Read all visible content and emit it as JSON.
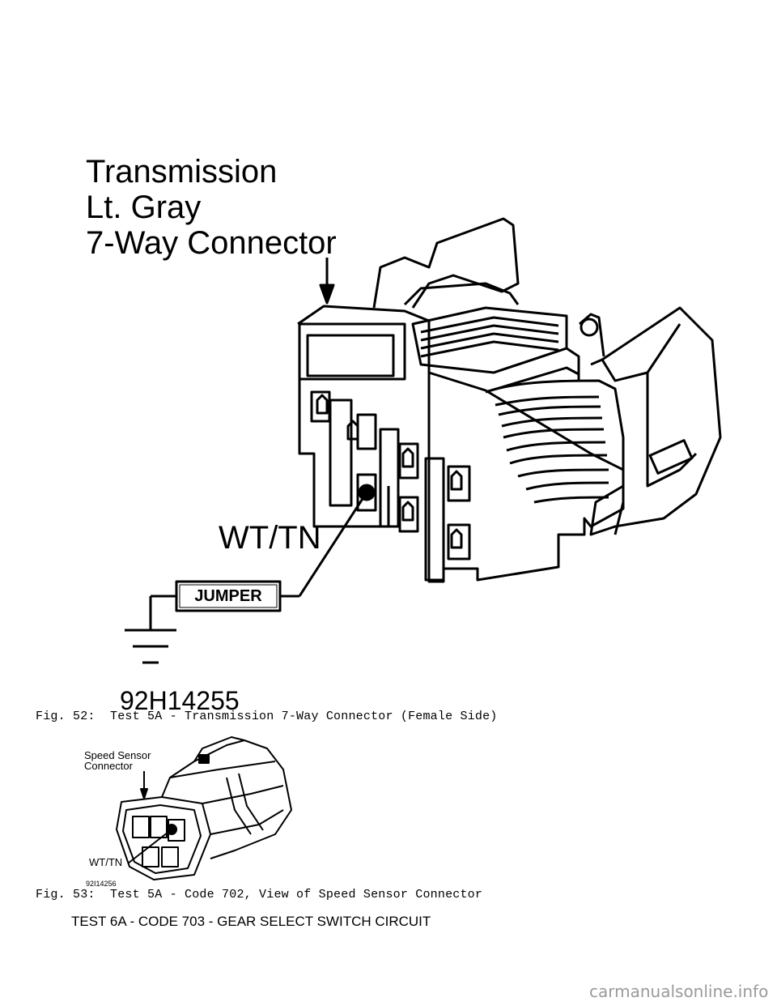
{
  "figure1": {
    "callout": [
      "Transmission",
      "Lt. Gray",
      "7-Way Connector"
    ],
    "wire_label": "WT/TN",
    "jumper_label": "JUMPER",
    "figure_id": "92H14255",
    "caption": "Fig. 52:  Test 5A - Transmission 7-Way Connector (Female Side)"
  },
  "figure2": {
    "callout": [
      "Speed Sensor",
      "Connector"
    ],
    "wire_label": "WT/TN",
    "figure_id": "92I14256",
    "caption": "Fig. 53:  Test 5A - Code 702, View of Speed Sensor Connector"
  },
  "section_heading": "TEST 6A - CODE 703 - GEAR SELECT SWITCH CIRCUIT",
  "watermark": "carmanualsonline.info"
}
